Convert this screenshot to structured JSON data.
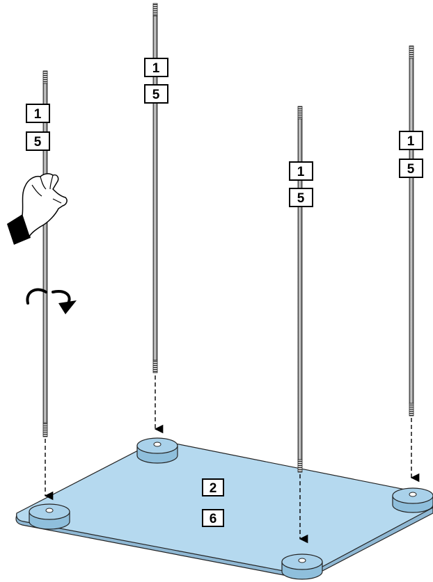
{
  "rods": [
    {
      "id": "rod-left",
      "labels": [
        "1",
        "5"
      ]
    },
    {
      "id": "rod-back-left",
      "labels": [
        "1",
        "5"
      ]
    },
    {
      "id": "rod-front-right",
      "labels": [
        "1",
        "5"
      ]
    },
    {
      "id": "rod-back-right",
      "labels": [
        "1",
        "5"
      ]
    }
  ],
  "plate": {
    "labels": [
      "2",
      "6"
    ],
    "color": "#b5d9ef"
  },
  "feet_color": "#a9d1ea",
  "icons": [
    "hand-icon",
    "rotate-arrow-icon",
    "dashed-arrow-icon"
  ]
}
